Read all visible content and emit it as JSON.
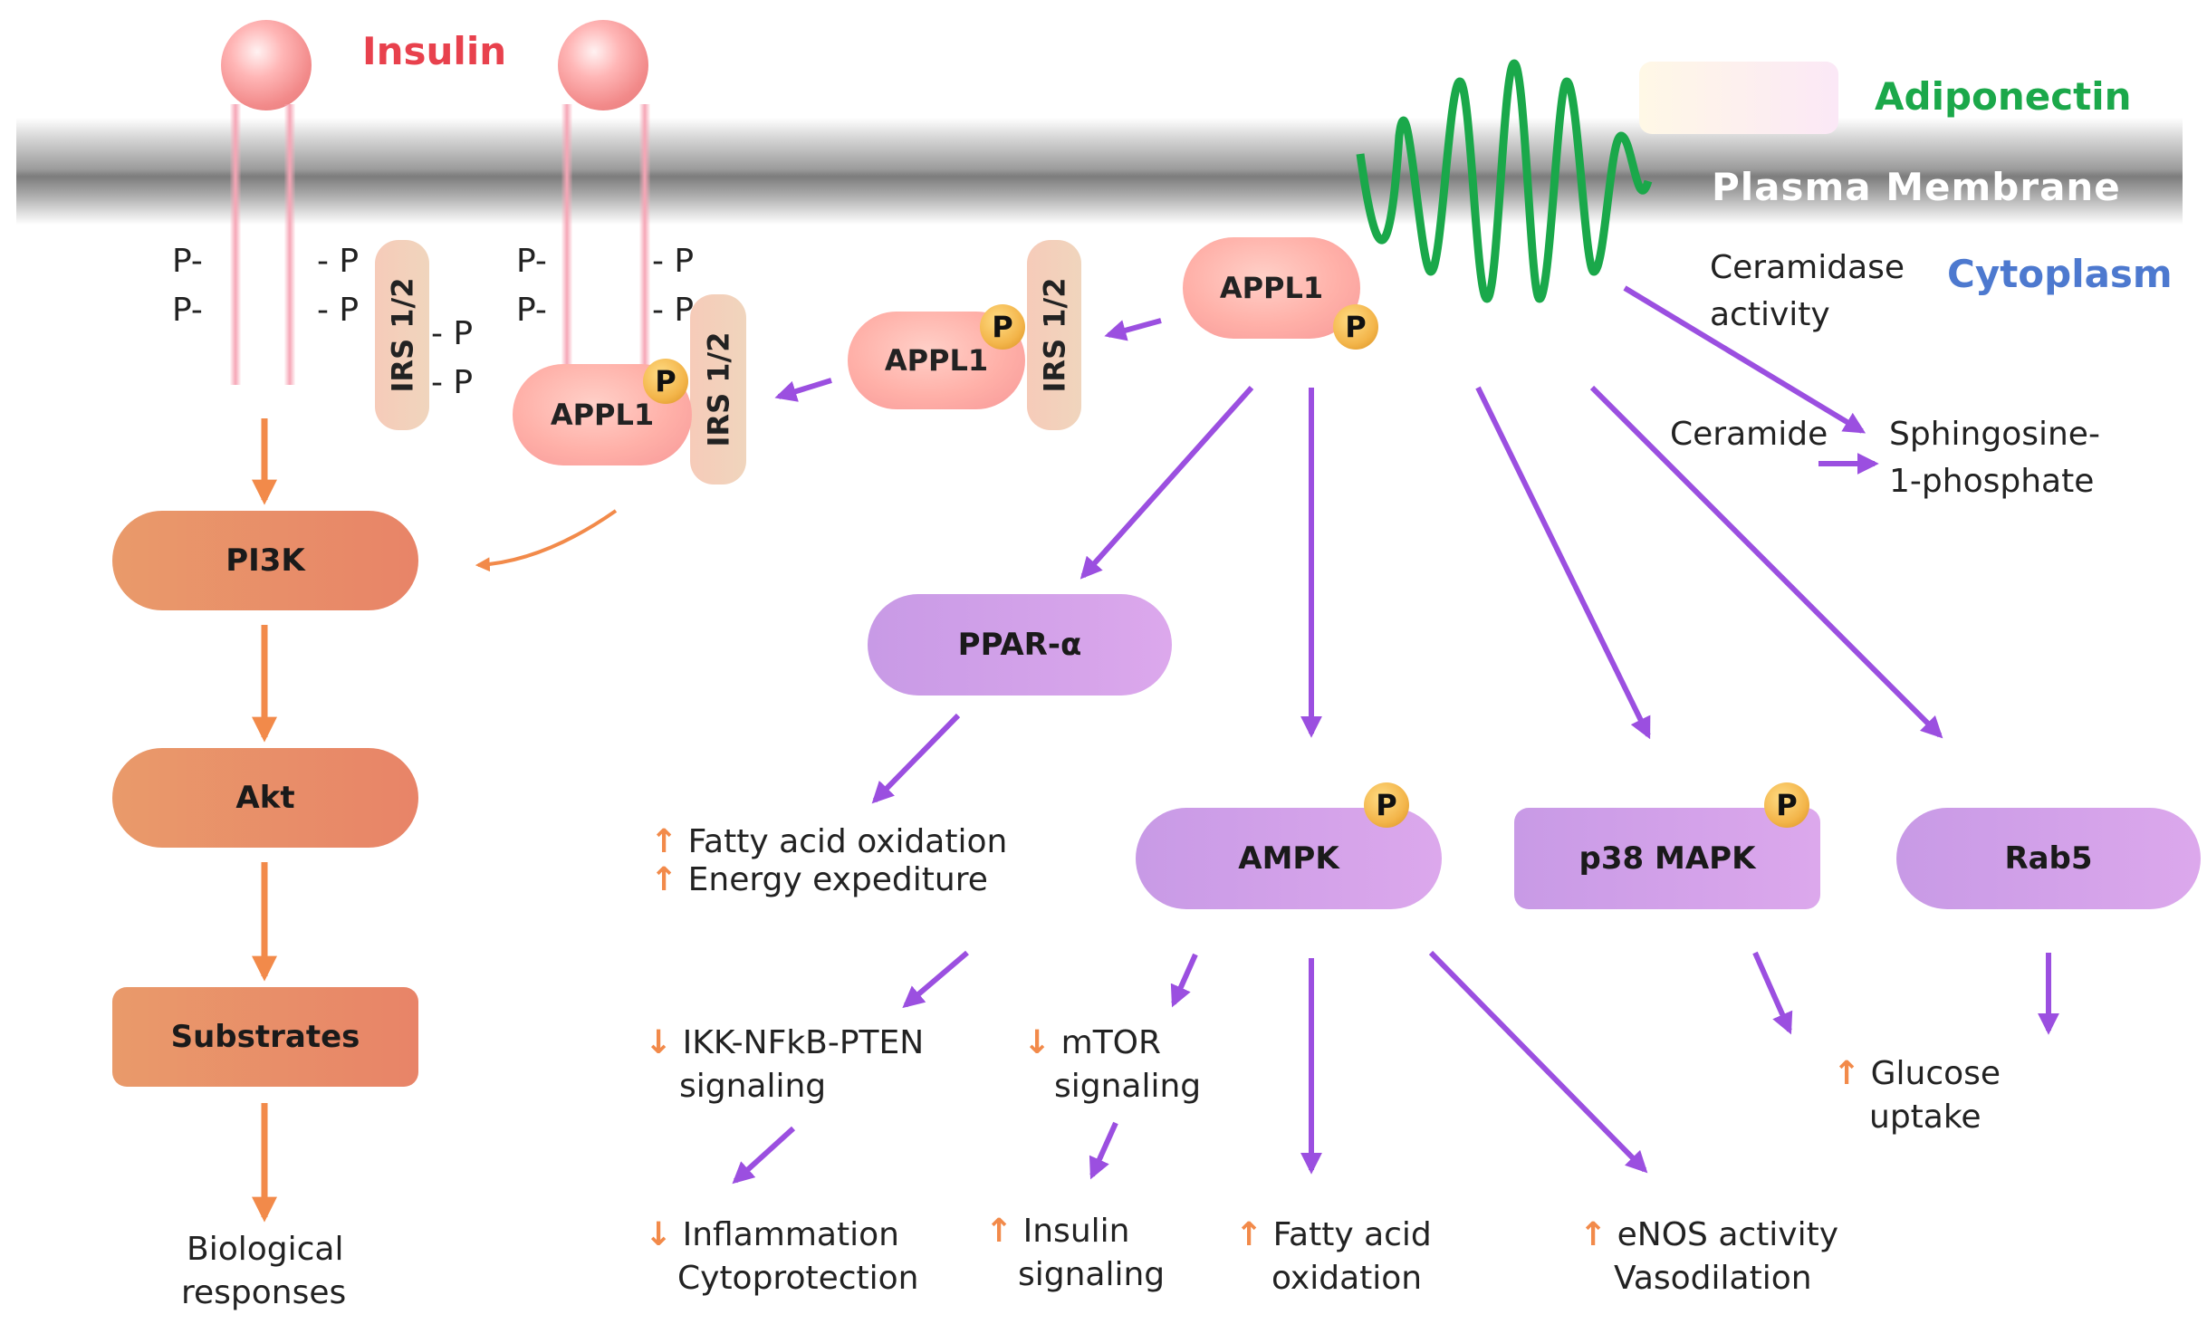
{
  "titles": {
    "insulin": "Insulin",
    "adiponectin": "Adiponectin",
    "membrane": "Plasma Membrane",
    "cytoplasm": "Cytoplasm"
  },
  "phospho": {
    "left": "P-",
    "right": "- P"
  },
  "receptors": {
    "irs": "IRS 1/2",
    "appl1": "APPL1",
    "p": "P"
  },
  "insulin_path": {
    "pi3k": "PI3K",
    "akt": "Akt",
    "substrates": "Substrates",
    "bio_line1": "Biological",
    "bio_line2": "responses"
  },
  "adipo_path": {
    "ceramidase_line1": "Ceramidase",
    "ceramidase_line2": "activity",
    "ceramide": "Ceramide",
    "s1p_line1": "Sphingosine-",
    "s1p_line2": "1-phosphate",
    "ppar": "PPAR-α",
    "ampk": "AMPK",
    "p38": "p38 MAPK",
    "rab5": "Rab5"
  },
  "outcomes": {
    "fao_line1": "Fatty acid oxidation",
    "fao_line2": "Energy expediture",
    "ikk_line1": "IKK-NFkB-PTEN",
    "ikk_line2": "signaling",
    "mtor_line1": "mTOR",
    "mtor_line2": "signaling",
    "glucose_line1": "Glucose",
    "glucose_line2": "uptake",
    "inflam_line1": "Inflammation",
    "inflam_line2": "Cytoprotection",
    "insig_line1": "Insulin",
    "insig_line2": "signaling",
    "fao2_line1": "Fatty acid",
    "fao2_line2": "oxidation",
    "enos_line1": "eNOS activity",
    "enos_line2": "Vasodilation",
    "up": "↑",
    "down": "↓"
  },
  "colors": {
    "orange_arrow": "#f28a4a",
    "purple_arrow": "#9b4fe0",
    "insulin_red": "#e8414d",
    "adiponectin_green": "#1ba84a",
    "cytoplasm_blue": "#4d79cf"
  }
}
